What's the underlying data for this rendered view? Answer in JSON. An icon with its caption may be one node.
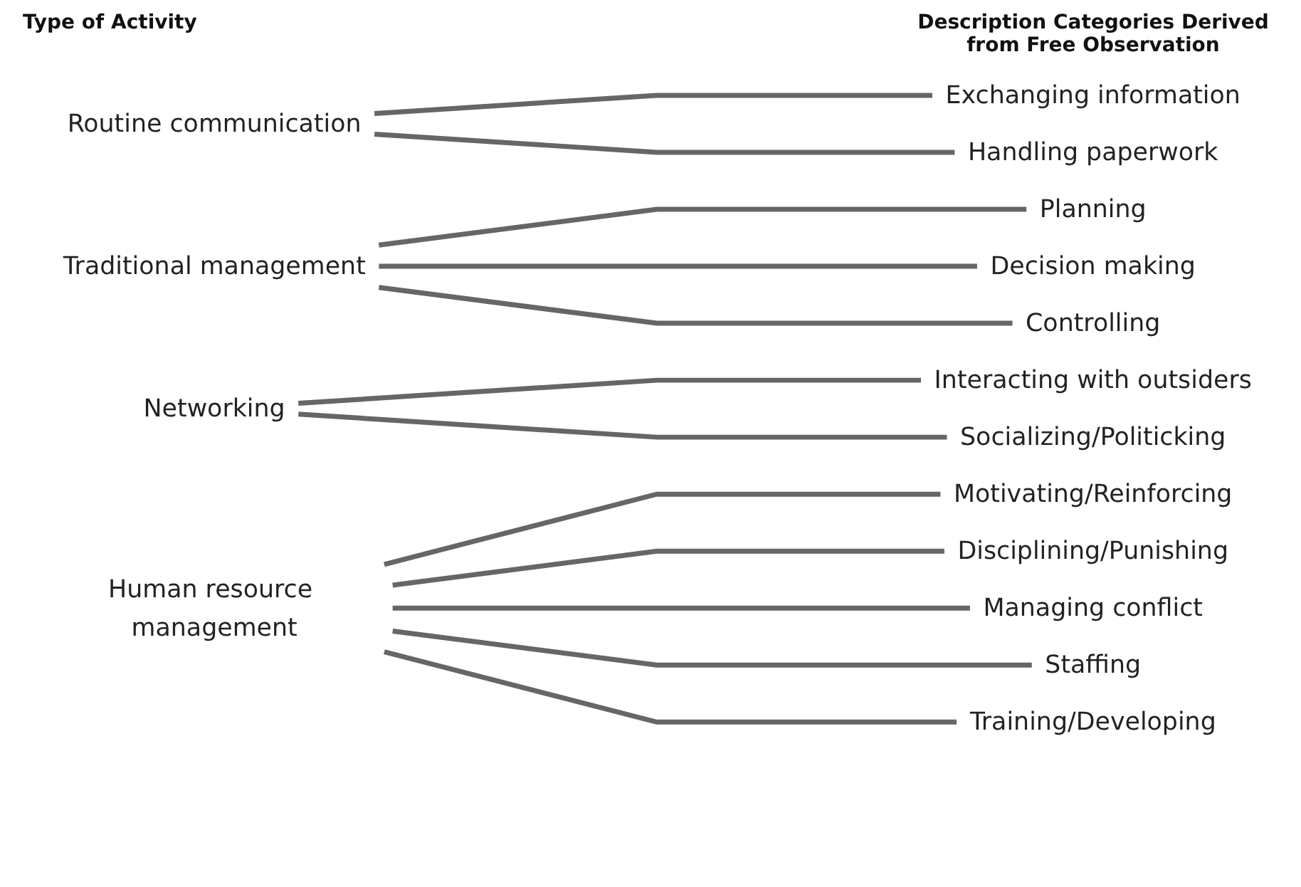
{
  "diagram": {
    "nodes": [
      {
        "text": [
          "Routine communication"
        ]
      },
      {
        "text": [
          "Exchanging information"
        ]
      },
      {
        "text": [
          "Handling paperwork"
        ]
      },
      {
        "text": [
          "Traditional management"
        ]
      },
      {
        "text": [
          "Planning"
        ]
      },
      {
        "text": [
          "Decision making"
        ]
      },
      {
        "text": [
          "Controlling"
        ]
      },
      {
        "text": [
          "Networking"
        ]
      },
      {
        "text": [
          "Interacting with outsiders"
        ]
      },
      {
        "text": [
          "Socializing/Politicking"
        ]
      },
      {
        "text": [
          "Human resource management"
        ]
      },
      {
        "text": [
          "Motivating/Reinforcing"
        ]
      },
      {
        "text": [
          "Disciplining/Punishing"
        ]
      },
      {
        "text": [
          "Managing conflict"
        ]
      },
      {
        "text": [
          "Staffing"
        ]
      },
      {
        "text": [
          "Training/Developing"
        ]
      }
    ],
    "edges": [
      {
        "from": 0,
        "to": 1,
        "arrow": "none"
      },
      {
        "from": 0,
        "to": 2,
        "arrow": "none"
      },
      {
        "from": 3,
        "to": 4,
        "arrow": "none"
      },
      {
        "from": 3,
        "to": 5,
        "arrow": "none"
      },
      {
        "from": 3,
        "to": 6,
        "arrow": "none"
      },
      {
        "from": 7,
        "to": 8,
        "arrow": "none"
      },
      {
        "from": 7,
        "to": 9,
        "arrow": "none"
      },
      {
        "from": 10,
        "to": 11,
        "arrow": "none"
      },
      {
        "from": 10,
        "to": 12,
        "arrow": "none"
      },
      {
        "from": 10,
        "to": 13,
        "arrow": "none"
      },
      {
        "from": 10,
        "to": 14,
        "arrow": "none"
      },
      {
        "from": 10,
        "to": 15,
        "arrow": "none"
      }
    ],
    "labels": [
      "Type of Activity",
      "Description Categories Derived from Free Observation"
    ]
  }
}
